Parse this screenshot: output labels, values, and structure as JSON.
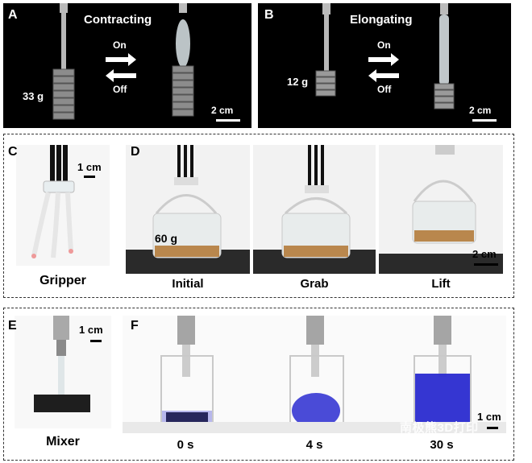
{
  "panelA": {
    "letter": "A",
    "title": "Contracting",
    "on": "On",
    "off": "Off",
    "weight": "33 g",
    "scale": "2 cm"
  },
  "panelB": {
    "letter": "B",
    "title": "Elongating",
    "on": "On",
    "off": "Off",
    "weight": "12 g",
    "scale": "2 cm"
  },
  "panelC": {
    "letter": "C",
    "scale": "1 cm",
    "caption": "Gripper"
  },
  "panelD": {
    "letter": "D",
    "weight": "60 g",
    "scale": "2 cm",
    "captions": [
      "Initial",
      "Grab",
      "Lift"
    ]
  },
  "panelE": {
    "letter": "E",
    "scale": "1 cm",
    "caption": "Mixer"
  },
  "panelF": {
    "letter": "F",
    "scale": "1 cm",
    "captions": [
      "0 s",
      "4 s",
      "30 s"
    ]
  },
  "watermark": "南极熊3D打印",
  "colors": {
    "dye": "#2a2bd0",
    "foam": "#1e1e1e",
    "sand": "#b9874d"
  }
}
